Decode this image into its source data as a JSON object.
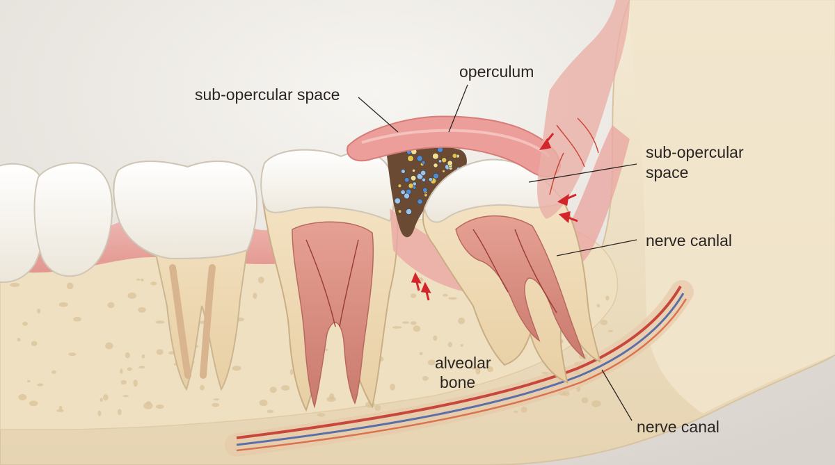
{
  "labels": {
    "operculum": "operculum",
    "sub_opercular_left": "sub-opercular space",
    "sub_opercular_right_line1": "sub-opercular",
    "sub_opercular_right_line2": "space",
    "nerve_canal_upper": "nerve canlal",
    "alveolar_line1": "alveolar",
    "alveolar_line2": "bone",
    "nerve_canal_lower": "nerve canal"
  },
  "colors": {
    "background": "#eeeae4",
    "bone": "#efe2c6",
    "gum": "#e9a3a0",
    "enamel": "#fbf9f4",
    "dentin": "#f0dcbc",
    "pulp": "#d98a80",
    "nerve": "#c8473d",
    "vein": "#5a6fa8",
    "arrow": "#d2262b"
  }
}
